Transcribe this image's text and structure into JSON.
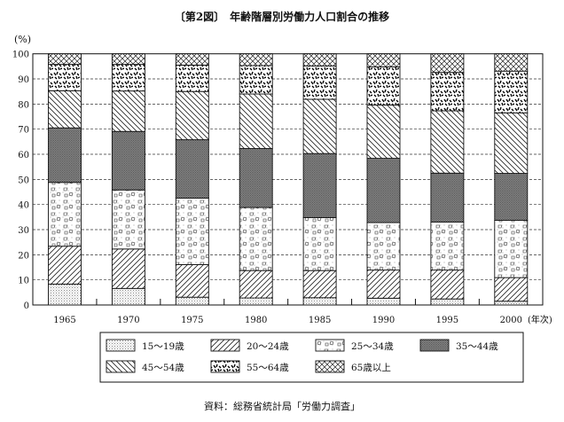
{
  "chart_data": {
    "type": "bar",
    "stacked": true,
    "title": "〔第2図〕　年齢階層別労働力人口割合の推移",
    "ylabel": "(%)",
    "xlabel": "(年次)",
    "ylim": [
      0,
      100
    ],
    "yticks": [
      0,
      10,
      20,
      30,
      40,
      50,
      60,
      70,
      80,
      90,
      100
    ],
    "grid": "horizontal-dashed",
    "legend_position": "bottom",
    "categories": [
      "1965",
      "1970",
      "1975",
      "1980",
      "1985",
      "1990",
      "1995",
      "2000"
    ],
    "series": [
      {
        "name": "15～19歳",
        "pattern": "fine-dots",
        "values": [
          8.3,
          6.6,
          3.1,
          2.8,
          2.9,
          2.7,
          2.4,
          1.5
        ]
      },
      {
        "name": "20～24歳",
        "pattern": "diag-right",
        "values": [
          15.1,
          15.7,
          13.0,
          10.9,
          10.8,
          11.2,
          11.5,
          9.4
        ]
      },
      {
        "name": "25～34歳",
        "pattern": "fragments",
        "values": [
          25.4,
          23.5,
          26.4,
          25.1,
          21.1,
          18.9,
          19.1,
          22.8
        ]
      },
      {
        "name": "35～44歳",
        "pattern": "dense-dots",
        "values": [
          21.7,
          23.3,
          23.3,
          23.5,
          25.5,
          25.6,
          19.5,
          18.7
        ]
      },
      {
        "name": "45～54歳",
        "pattern": "diag-left",
        "values": [
          14.8,
          16.1,
          19.2,
          21.7,
          21.6,
          21.2,
          24.8,
          24.1
        ]
      },
      {
        "name": "55～64歳",
        "pattern": "black-strokes",
        "values": [
          10.5,
          10.6,
          10.5,
          11.3,
          13.3,
          15.2,
          15.3,
          16.6
        ]
      },
      {
        "name": "65歳以上",
        "pattern": "crosshatch",
        "values": [
          4.2,
          4.2,
          4.5,
          4.7,
          4.8,
          5.2,
          7.4,
          6.9
        ]
      }
    ],
    "source": "資料：総務省統計局「労働力調査」"
  }
}
